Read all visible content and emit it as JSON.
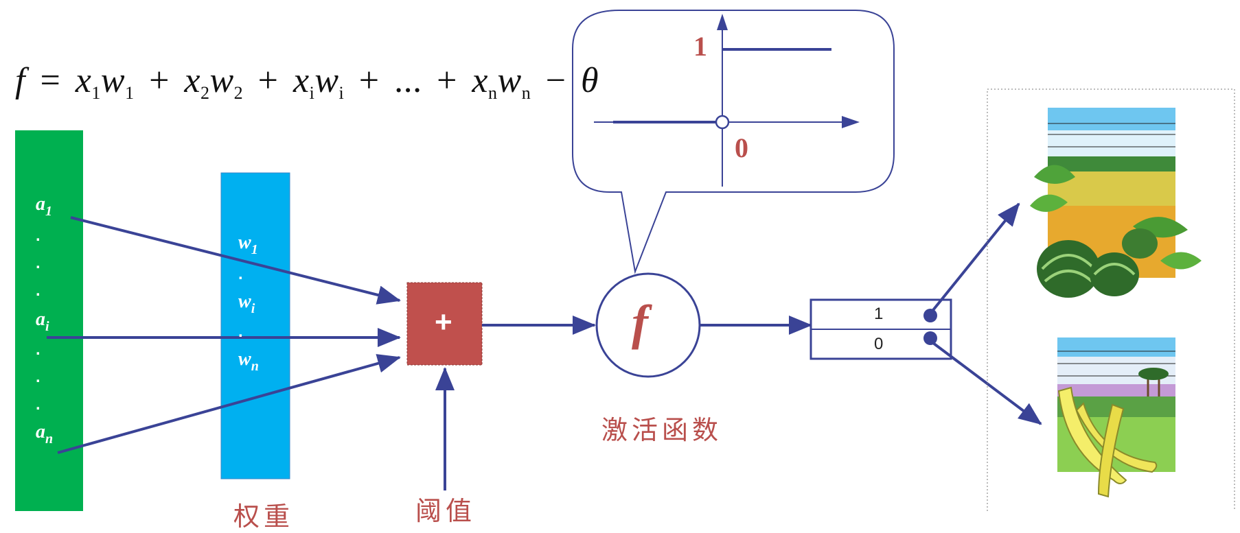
{
  "formula": {
    "f": "f",
    "eq": "=",
    "terms": [
      {
        "x": "x",
        "xs": "1",
        "w": "w",
        "ws": "1"
      },
      {
        "x": "x",
        "xs": "2",
        "w": "w",
        "ws": "2"
      },
      {
        "x": "x",
        "xs": "i",
        "w": "w",
        "ws": "i"
      },
      {
        "x": "x",
        "xs": "n",
        "w": "w",
        "ws": "n"
      }
    ],
    "plus": "+",
    "ellipsis": "...",
    "minus": "−",
    "theta": "θ"
  },
  "inputs": {
    "a_letter": "a",
    "sub_1": "1",
    "sub_i": "i",
    "sub_n": "n",
    "dot": "."
  },
  "weights": {
    "w_letter": "w",
    "sub_1": "1",
    "sub_i": "i",
    "sub_n": "n",
    "dot": "."
  },
  "summer": {
    "symbol": "+"
  },
  "activation": {
    "symbol": "f",
    "caption": "激活函数",
    "step_high": "1",
    "step_origin": "0"
  },
  "output": {
    "values": [
      "1",
      "0"
    ]
  },
  "captions": {
    "weights_caption": "权重",
    "threshold_caption": "阈值"
  },
  "colors": {
    "input_bar": "#00b050",
    "weight_bar": "#00b0f0",
    "summer_box": "#c0504d",
    "arrow": "#3a4396",
    "accent_text": "#b94f4c"
  }
}
